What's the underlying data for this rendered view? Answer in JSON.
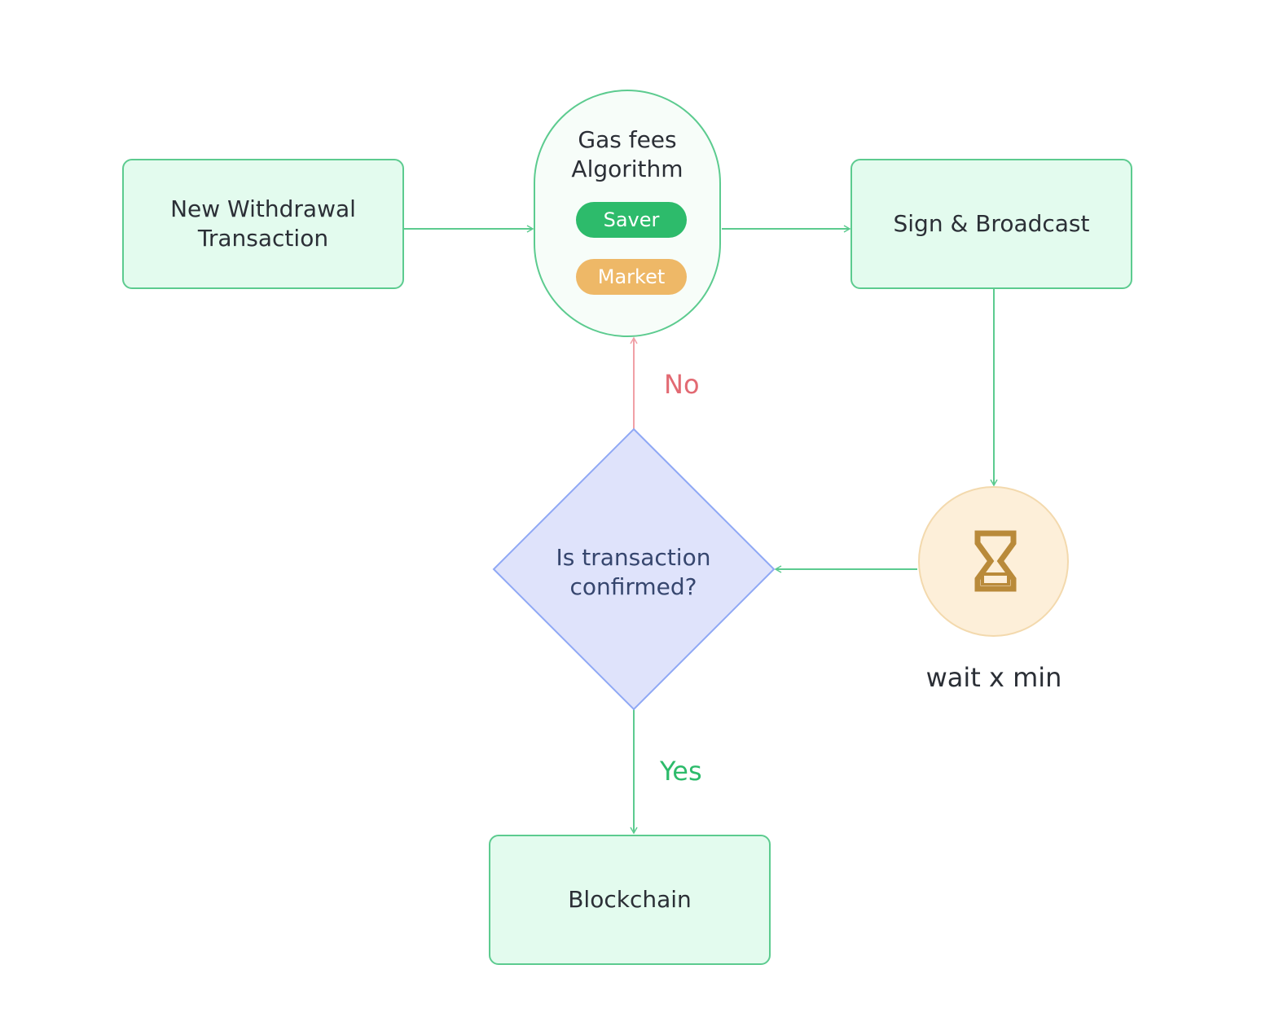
{
  "nodes": {
    "withdrawal": {
      "line1": "New Withdrawal",
      "line2": "Transaction"
    },
    "gas_fees": {
      "line1": "Gas fees",
      "line2": "Algorithm",
      "options": [
        "Saver",
        "Market"
      ]
    },
    "sign_broadcast": {
      "label": "Sign & Broadcast"
    },
    "wait": {
      "label": "wait x min",
      "icon": "hourglass-icon"
    },
    "decision": {
      "line1": "Is transaction",
      "line2": "confirmed?"
    },
    "blockchain": {
      "label": "Blockchain"
    }
  },
  "edges": {
    "no_label": "No",
    "yes_label": "Yes"
  },
  "colors": {
    "box_fill": "#e3fbee",
    "box_border": "#5ccb8f",
    "saver": "#2dbb6b",
    "market": "#eeb867",
    "decision_fill": "#dfe3fb",
    "decision_border": "#8fa8f5",
    "wait_fill": "#fdefd9",
    "hourglass": "#b98a3a",
    "no": "#e26a73",
    "yes": "#2dbb6b"
  }
}
